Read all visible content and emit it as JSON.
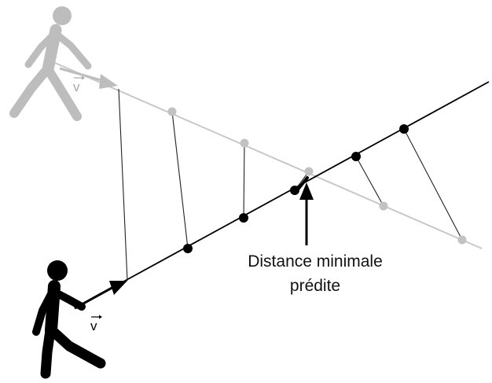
{
  "pedestrian_top": {
    "velocity_label": "v",
    "color": "#bdbdbd",
    "icon": "walking-person-icon"
  },
  "pedestrian_bottom": {
    "velocity_label": "v",
    "color": "#000000",
    "icon": "walking-person-icon"
  },
  "annotation": {
    "line1": "Distance minimale",
    "line2": "prédite"
  },
  "colors": {
    "trajectory_top": "#c8c8c8",
    "trajectory_bottom": "#000000",
    "connector": "#222222"
  }
}
